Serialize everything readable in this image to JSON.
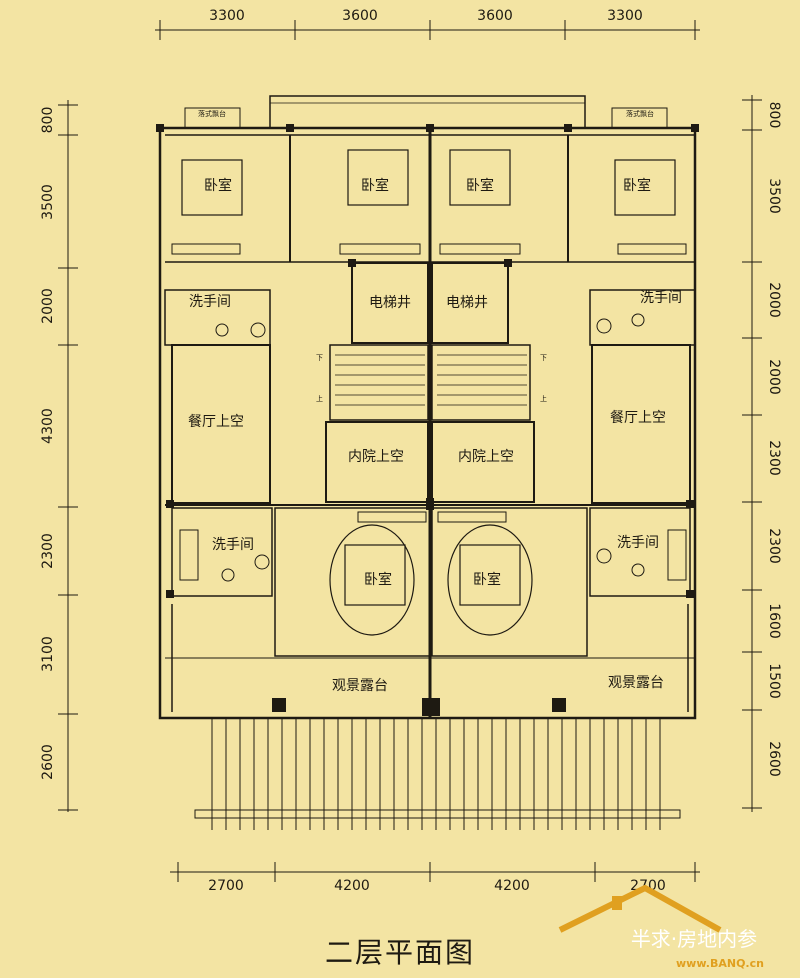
{
  "title": "二层平面图",
  "watermark": {
    "brand": "半求·房地内参",
    "url": "www.BANQ.cn"
  },
  "dimensions": {
    "top": [
      "3300",
      "3600",
      "3600",
      "3300"
    ],
    "bottom": [
      "2700",
      "4200",
      "4200",
      "2700"
    ],
    "left": [
      "800",
      "3500",
      "2000",
      "4300",
      "2300",
      "3100",
      "2600"
    ],
    "right": [
      "800",
      "3500",
      "2000",
      "2000",
      "2300",
      "2300",
      "1600",
      "1500",
      "2600"
    ]
  },
  "rooms": {
    "bedroom": "卧室",
    "elevator": "电梯井",
    "washroom": "洗手间",
    "dining_void": "餐厅上空",
    "courtyard_void": "内院上空",
    "terrace": "观景露台",
    "bay_window": "落式飘台"
  },
  "stair_marks": {
    "up": "上",
    "down": "下"
  },
  "colors": {
    "paper": "#f3e4a3",
    "ink": "#1e1a12",
    "logo": "#e0a020"
  }
}
